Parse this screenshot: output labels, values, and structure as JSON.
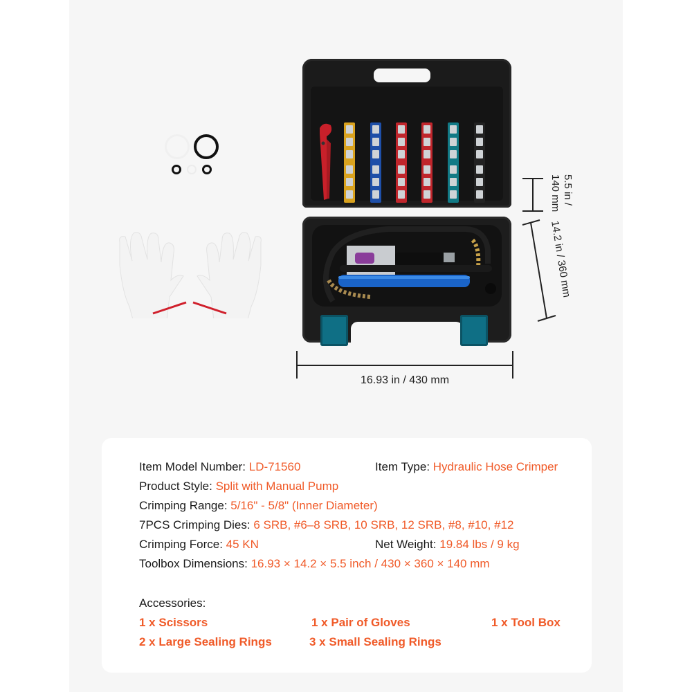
{
  "colors": {
    "accent": "#f05a28",
    "text": "#1a1a1a",
    "panel_bg": "#f6f6f6",
    "card_bg": "#ffffff",
    "case_black": "#1b1b1b",
    "latch_teal": "#0f6f85"
  },
  "product_image": {
    "items": [
      "sealing-rings",
      "gloves",
      "tool-case-with-crimper"
    ],
    "die_colors": [
      "#d9a21e",
      "#1e4fa8",
      "#c0262c",
      "#c0262c",
      "#127a86",
      "#1a1a1a"
    ]
  },
  "dimensions": {
    "width_label": "16.93 in / 430 mm",
    "height_label": "14.2 in / 360 mm",
    "depth_label_line1": "5.5 in /",
    "depth_label_line2": "140 mm"
  },
  "specs": {
    "model": {
      "label": "Item Model Number: ",
      "value": "LD-71560"
    },
    "type": {
      "label": "Item Type: ",
      "value": "Hydraulic Hose Crimper"
    },
    "style": {
      "label": "Product Style: ",
      "value": "Split with Manual Pump"
    },
    "range": {
      "label": "Crimping Range: ",
      "value": "5/16\" - 5/8\" (Inner Diameter)"
    },
    "dies": {
      "label": "7PCS Crimping Dies: ",
      "value": "6 SRB, #6–8 SRB, 10 SRB, 12 SRB, #8, #10, #12"
    },
    "force": {
      "label": "Crimping Force: ",
      "value": "45 KN"
    },
    "weight": {
      "label": "Net Weight: ",
      "value": "19.84 lbs / 9 kg"
    },
    "toolbox": {
      "label": "Toolbox Dimensions: ",
      "value": "16.93 × 14.2 × 5.5 inch / 430 × 360 × 140 mm"
    }
  },
  "accessories": {
    "heading": "Accessories:",
    "items": [
      "1 x Scissors",
      "1 x Pair of Gloves",
      "1 x Tool Box",
      "2 x Large Sealing Rings",
      "3 x Small Sealing Rings"
    ]
  }
}
